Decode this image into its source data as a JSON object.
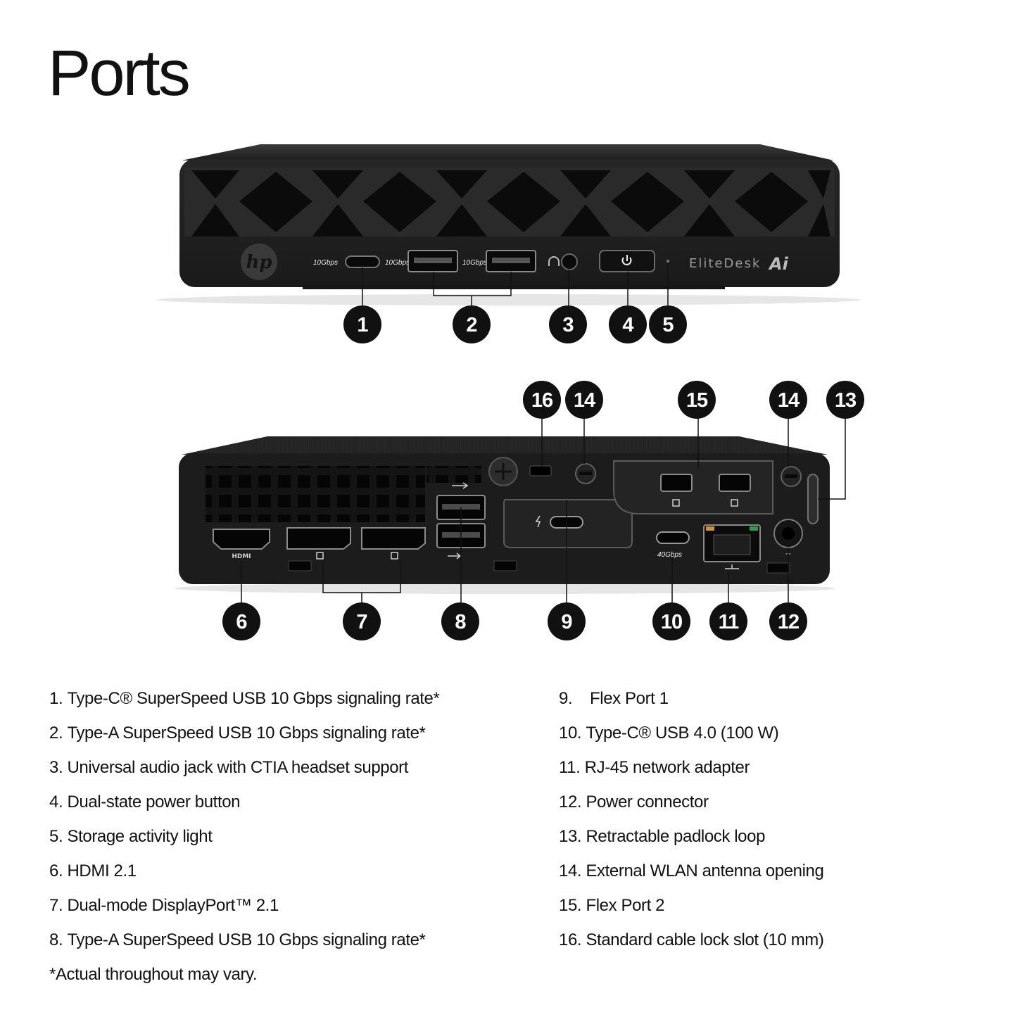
{
  "page": {
    "title": "Ports"
  },
  "device": {
    "brand_logo": "hp",
    "model_label": "EliteDesk",
    "ai_badge": "Ai"
  },
  "port_markings": {
    "front_usbc_speed": "10Gbps",
    "front_usba_speed_1": "10Gbps",
    "front_usba_speed_2": "10Gbps",
    "rear_hdmi": "HDMI",
    "rear_usbc_speed": "40Gbps"
  },
  "front_callouts": [
    "1",
    "2",
    "3",
    "4",
    "5"
  ],
  "rear_top_callouts": [
    "16",
    "14",
    "15",
    "14",
    "13"
  ],
  "rear_bottom_callouts": [
    "6",
    "7",
    "8",
    "9",
    "10",
    "11",
    "12"
  ],
  "legend_left": [
    {
      "num": "1.",
      "text": "Type-C® SuperSpeed USB 10 Gbps signaling rate*"
    },
    {
      "num": "2.",
      "text": "Type-A SuperSpeed USB 10 Gbps signaling rate*"
    },
    {
      "num": "3.",
      "text": "Universal audio jack with CTIA headset support"
    },
    {
      "num": "4.",
      "text": "Dual-state power button"
    },
    {
      "num": "5.",
      "text": "Storage activity light"
    },
    {
      "num": "6.",
      "text": "HDMI 2.1"
    },
    {
      "num": "7.",
      "text": "Dual-mode DisplayPort™ 2.1"
    },
    {
      "num": "8.",
      "text": "Type-A SuperSpeed USB 10 Gbps signaling rate*"
    }
  ],
  "legend_right": [
    {
      "num": "9.",
      "text": "Flex Port 1"
    },
    {
      "num": "10.",
      "text": "Type-C® USB 4.0 (100 W)"
    },
    {
      "num": "11.",
      "text": "RJ-45 network adapter"
    },
    {
      "num": "12.",
      "text": "Power connector"
    },
    {
      "num": "13.",
      "text": "Retractable padlock loop"
    },
    {
      "num": "14.",
      "text": "External WLAN antenna opening"
    },
    {
      "num": "15.",
      "text": "Flex Port 2"
    },
    {
      "num": "16.",
      "text": "Standard cable lock slot (10 mm)"
    }
  ],
  "footnote": "*Actual throughout may vary.",
  "colors": {
    "body": "#1b1b1b",
    "panel": "#222222",
    "callout": "#111111",
    "text": "#111111"
  }
}
